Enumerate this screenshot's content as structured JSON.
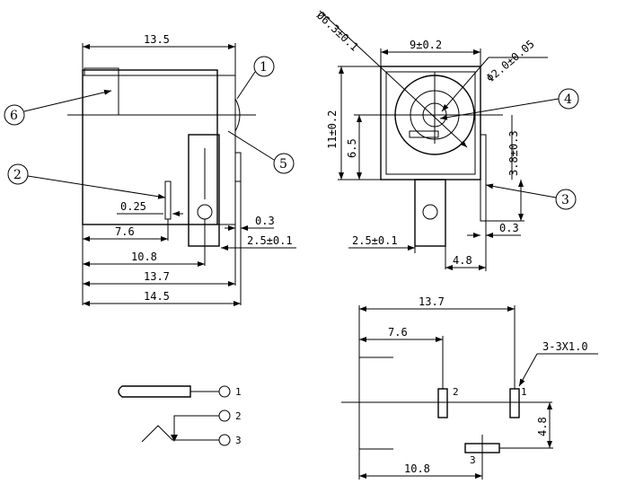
{
  "front_view": {
    "dims": {
      "width_top": "13.5",
      "d_0_25": "0.25",
      "d_7_6": "7.6",
      "d_0_3": "0.3",
      "d_2_5": "2.5±0.1",
      "d_10_8": "10.8",
      "d_13_7": "13.7",
      "d_14_5": "14.5"
    },
    "callouts": [
      "1",
      "2",
      "5",
      "6"
    ]
  },
  "side_view": {
    "dims": {
      "outer_dia": "Ø6.3±0.1",
      "width_top": "9±0.2",
      "pin_dia": "Φ2.0±0.05",
      "height": "11±0.2",
      "center_h": "6.5",
      "pin_h": "3.8±0.3",
      "d_0_3": "0.3",
      "d_2_5": "2.5±0.1",
      "d_4_8": "4.8"
    },
    "callouts": [
      "3",
      "4"
    ]
  },
  "footprint": {
    "dims": {
      "d_13_7": "13.7",
      "d_7_6": "7.6",
      "hole_spec": "3-3X1.0",
      "d_4_8": "4.8",
      "d_10_8": "10.8"
    },
    "pads": [
      "1",
      "2",
      "3"
    ]
  },
  "schematic": {
    "pins": [
      "1",
      "2",
      "3"
    ]
  }
}
